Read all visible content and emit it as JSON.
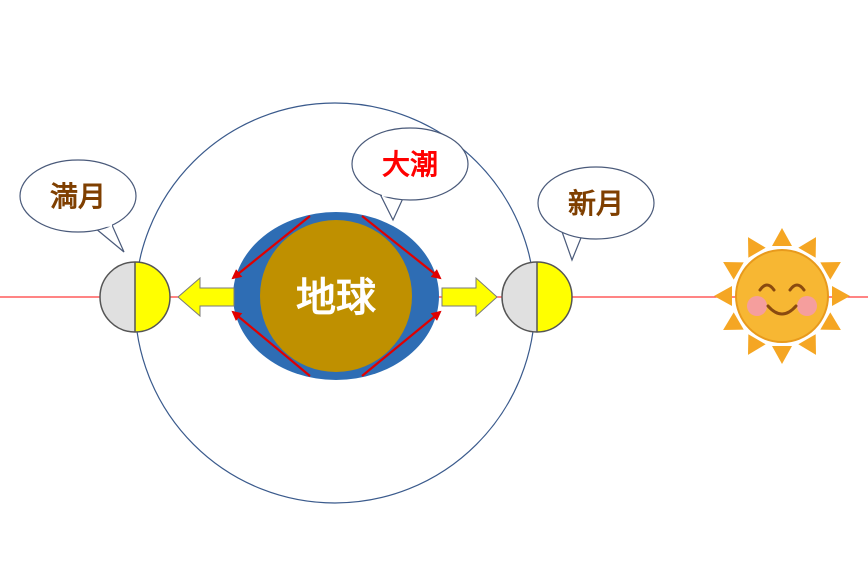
{
  "labels": {
    "earth": "地球",
    "spring_tide": "大潮",
    "full_moon": "満月",
    "new_moon": "新月"
  },
  "colors": {
    "earth_core": "#bf9000",
    "ocean_bulge": "#2e6db4",
    "tide_arrow": "#e00000",
    "pull_arrow": "#ffff00",
    "moon_lit": "#ffff00",
    "moon_dark": "#e0e0e0",
    "alignment_line": "#ff3b3b",
    "orbit": "#3a5a8c",
    "moon_label": "#7f3f00",
    "tide_label": "#ff0000",
    "sun": "#f5a623"
  },
  "icons": {
    "sun": "smiling-sun-icon"
  }
}
